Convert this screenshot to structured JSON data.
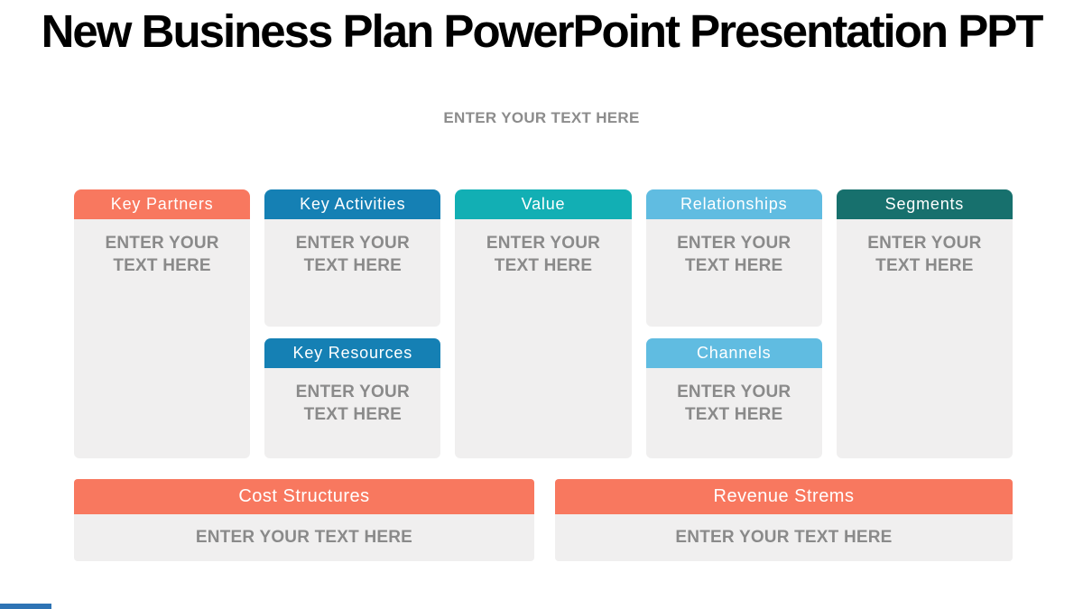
{
  "slide": {
    "title": "New Business Plan PowerPoint Presentation PPT",
    "subtitle": "ENTER YOUR TEXT HERE"
  },
  "colors": {
    "coral": "#F8785F",
    "blue": "#1580B4",
    "teal": "#12AFB4",
    "light_blue": "#60BCE1",
    "dark_teal": "#17706D",
    "card_bg": "#F0EFEF",
    "placeholder_text": "#8A8A8A",
    "header_text": "#FFFFFF",
    "accent_bar": "#2E74B5"
  },
  "canvas": {
    "columns": [
      {
        "blocks": [
          {
            "label": "Key Partners",
            "body": "ENTER YOUR TEXT HERE"
          }
        ]
      },
      {
        "blocks": [
          {
            "label": "Key Activities",
            "body": "ENTER YOUR TEXT HERE"
          },
          {
            "label": "Key Resources",
            "body": "ENTER YOUR TEXT HERE"
          }
        ]
      },
      {
        "blocks": [
          {
            "label": "Value",
            "body": "ENTER YOUR TEXT HERE"
          }
        ]
      },
      {
        "blocks": [
          {
            "label": "Relationships",
            "body": "ENTER YOUR TEXT HERE"
          },
          {
            "label": "Channels",
            "body": "ENTER YOUR TEXT HERE"
          }
        ]
      },
      {
        "blocks": [
          {
            "label": "Segments",
            "body": "ENTER YOUR TEXT HERE"
          }
        ]
      }
    ],
    "bottom_row": [
      {
        "label": "Cost Structures",
        "body": "ENTER YOUR TEXT HERE"
      },
      {
        "label": "Revenue Strems",
        "body": "ENTER YOUR TEXT HERE"
      }
    ]
  }
}
